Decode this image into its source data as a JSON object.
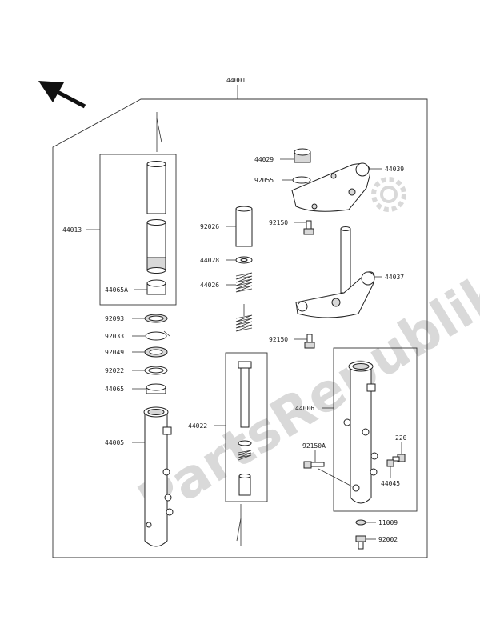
{
  "watermark": {
    "text": "PartsRepublik"
  },
  "icons": {
    "direction_arrow": "arrow-up-left-icon",
    "watermark_gear": "gear-icon"
  },
  "labels": {
    "assembly": "44001",
    "l44013": "44013",
    "l44065A": "44065A",
    "l92093": "92093",
    "l92033": "92033",
    "l92049": "92049",
    "l92022": "92022",
    "l44065": "44065",
    "l44005": "44005",
    "l92026": "92026",
    "l44028": "44028",
    "l44026": "44026",
    "l44022": "44022",
    "l44029": "44029",
    "l92055": "92055",
    "l92150a": "92150",
    "l44039": "44039",
    "l44037": "44037",
    "l92150b": "92150",
    "l44006": "44006",
    "l92150A": "92150A",
    "l220": "220",
    "l44045": "44045",
    "l11009": "11009",
    "l92002": "92002"
  }
}
